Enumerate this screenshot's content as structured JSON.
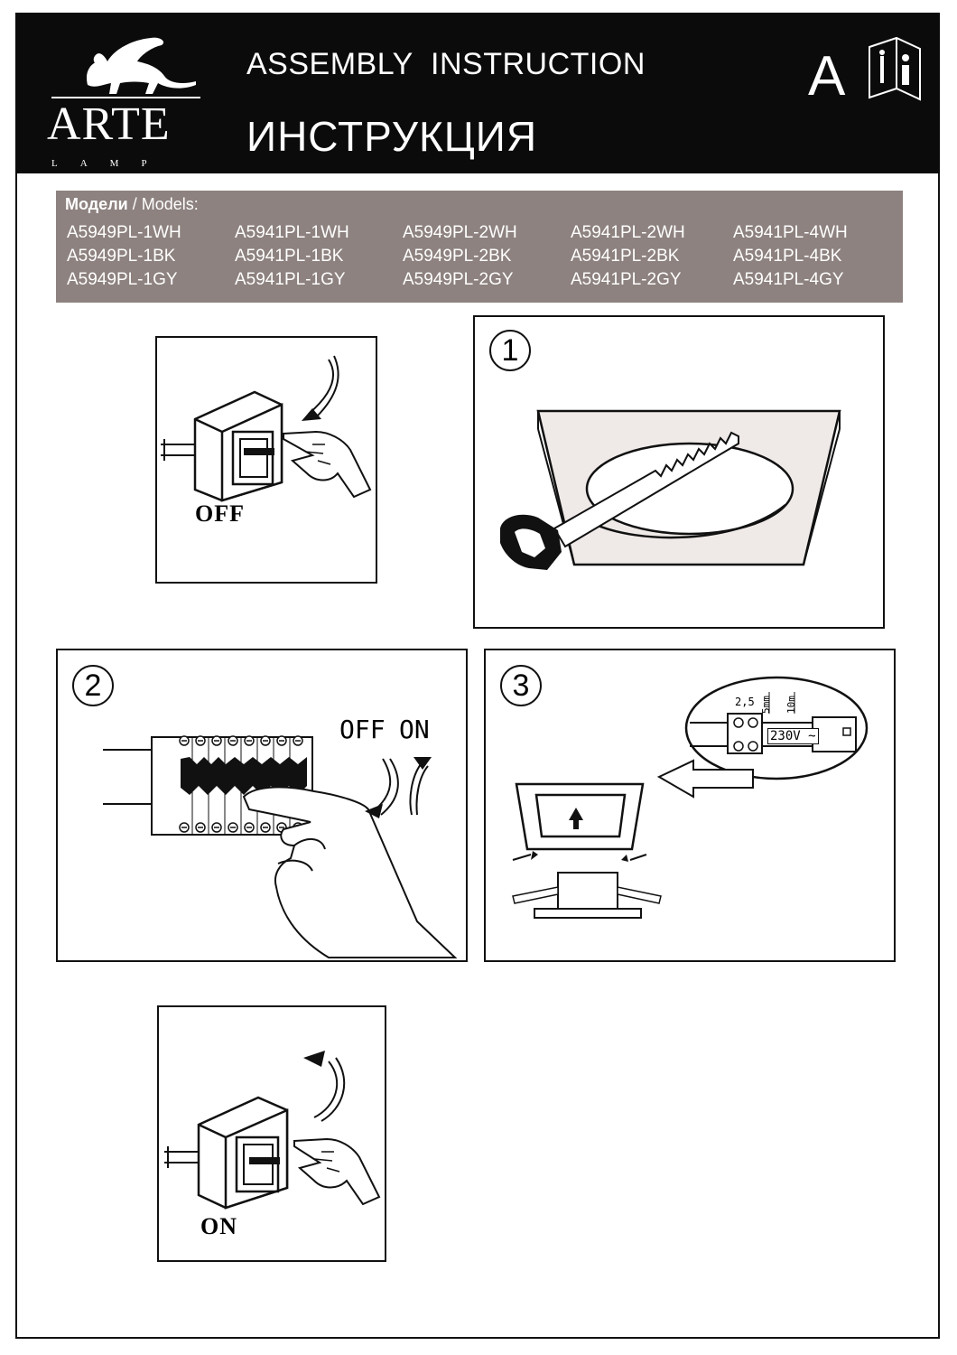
{
  "header": {
    "brand": "ARTE",
    "brand_sub": "LAMP",
    "title_en": "ASSEMBLY  INSTRUCTION",
    "title_ru": "ИНСТРУКЦИЯ",
    "doc_letter": "A",
    "info_icon": "info-book-icon"
  },
  "models": {
    "label_ru": "Модели",
    "label_sep": " / Models:",
    "rows": [
      [
        "A5949PL-1WH",
        "A5941PL-1WH",
        "A5949PL-2WH",
        "A5941PL-2WH",
        "A5941PL-4WH"
      ],
      [
        "A5949PL-1BK",
        "A5941PL-1BK",
        "A5949PL-2BK",
        "A5941PL-2BK",
        "A5941PL-4BK"
      ],
      [
        "A5949PL-1GY",
        "A5941PL-1GY",
        "A5949PL-2GY",
        "A5941PL-2GY",
        "A5941PL-4GY"
      ]
    ]
  },
  "steps": {
    "off_label": "OFF",
    "on_label": "ON",
    "step1": "1",
    "step2": "2",
    "step3": "3",
    "breaker_off": "OFF",
    "breaker_on": "ON",
    "wire_section": "2,5",
    "strip_short": "5mm",
    "strip_long": "10m",
    "voltage": "230V ~"
  },
  "colors": {
    "header_bg": "#0b0b0b",
    "models_bg": "#8d827f",
    "ceiling_fill": "#efeae8"
  }
}
